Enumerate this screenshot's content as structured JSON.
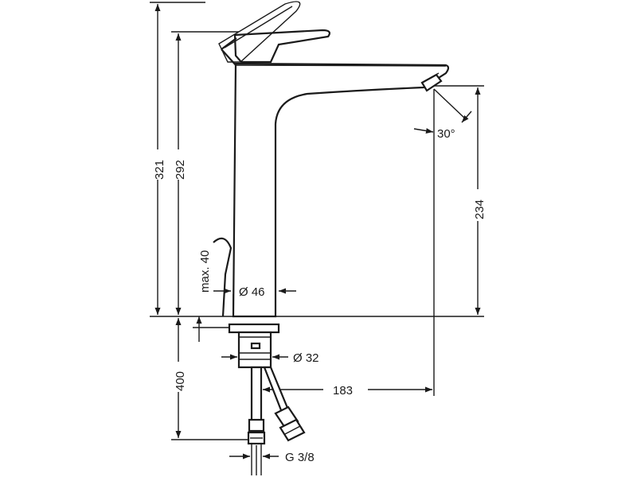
{
  "dimensions": {
    "height_total": "321",
    "height_lever": "292",
    "height_spout": "234",
    "max_thickness": "max. 40",
    "body_diameter": "Ø 46",
    "shank_diameter": "Ø 32",
    "spout_reach": "183",
    "below_counter": "400",
    "connection": "G 3/8",
    "spray_angle": "30°"
  }
}
